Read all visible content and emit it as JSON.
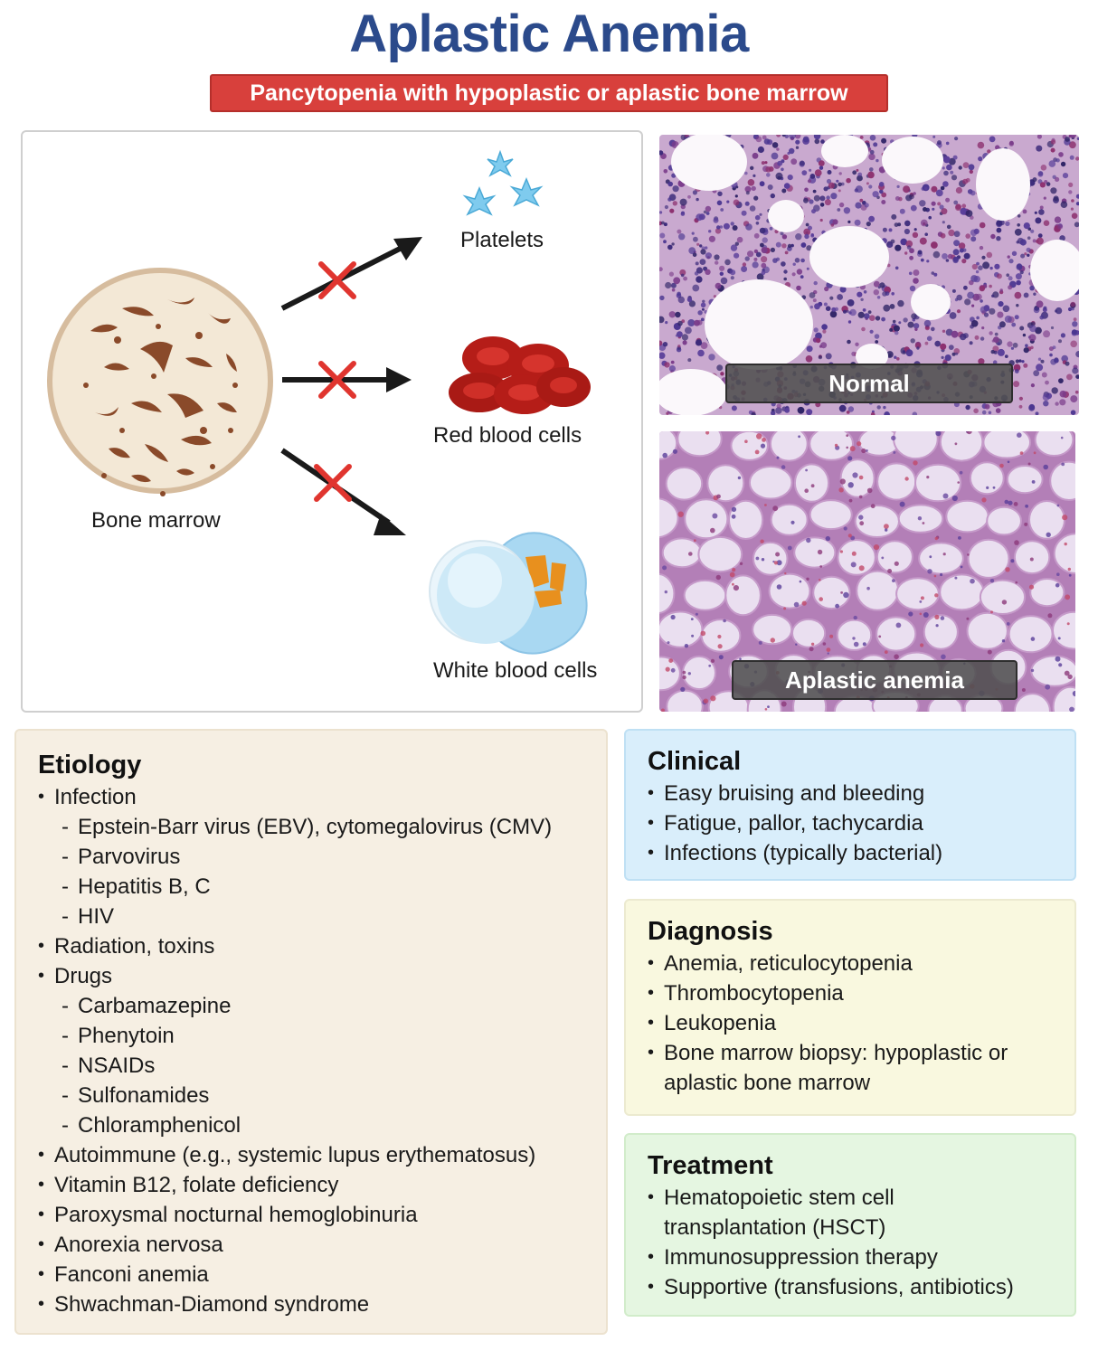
{
  "header": {
    "title": "Aplastic Anemia",
    "subtitle": "Pancytopenia with hypoplastic or aplastic bone marrow"
  },
  "diagram": {
    "source_label": "Bone marrow",
    "outputs": [
      {
        "label": "Platelets"
      },
      {
        "label": "Red blood cells"
      },
      {
        "label": "White blood cells"
      }
    ],
    "colors": {
      "arrow": "#1a1a1a",
      "cross": "#e0352f",
      "marrow_fill": "#f3e8d6",
      "marrow_border": "#d6bc9e",
      "marrow_spots": "#8a4a2a",
      "rbc": "#c0211c",
      "platelet": "#6fc3e8",
      "wbc": "#bfe2f5"
    }
  },
  "micrographs": [
    {
      "label": "Normal"
    },
    {
      "label": "Aplastic anemia"
    }
  ],
  "etiology": {
    "heading": "Etiology",
    "items": [
      {
        "level": 1,
        "text": "Infection"
      },
      {
        "level": 2,
        "text": "Epstein-Barr virus (EBV), cytomegalovirus (CMV)"
      },
      {
        "level": 2,
        "text": "Parvovirus"
      },
      {
        "level": 2,
        "text": "Hepatitis B, C"
      },
      {
        "level": 2,
        "text": "HIV"
      },
      {
        "level": 1,
        "text": "Radiation, toxins"
      },
      {
        "level": 1,
        "text": "Drugs"
      },
      {
        "level": 2,
        "text": "Carbamazepine"
      },
      {
        "level": 2,
        "text": "Phenytoin"
      },
      {
        "level": 2,
        "text": "NSAIDs"
      },
      {
        "level": 2,
        "text": "Sulfonamides"
      },
      {
        "level": 2,
        "text": "Chloramphenicol"
      },
      {
        "level": 1,
        "text": "Autoimmune (e.g., systemic lupus erythematosus)"
      },
      {
        "level": 1,
        "text": "Vitamin B12, folate deficiency"
      },
      {
        "level": 1,
        "text": "Paroxysmal nocturnal hemoglobinuria"
      },
      {
        "level": 1,
        "text": "Anorexia nervosa"
      },
      {
        "level": 1,
        "text": "Fanconi anemia"
      },
      {
        "level": 1,
        "text": "Shwachman-Diamond syndrome"
      }
    ]
  },
  "clinical": {
    "heading": "Clinical",
    "items": [
      "Easy bruising and bleeding",
      "Fatigue, pallor, tachycardia",
      "Infections (typically bacterial)"
    ]
  },
  "diagnosis": {
    "heading": "Diagnosis",
    "items": [
      "Anemia, reticulocytopenia",
      "Thrombocytopenia",
      "Leukopenia",
      "Bone marrow biopsy: hypoplastic or\naplastic bone marrow"
    ]
  },
  "treatment": {
    "heading": "Treatment",
    "items": [
      "Hematopoietic stem cell\ntransplantation (HSCT)",
      "Immunosuppression therapy",
      "Supportive (transfusions, antibiotics)"
    ]
  }
}
